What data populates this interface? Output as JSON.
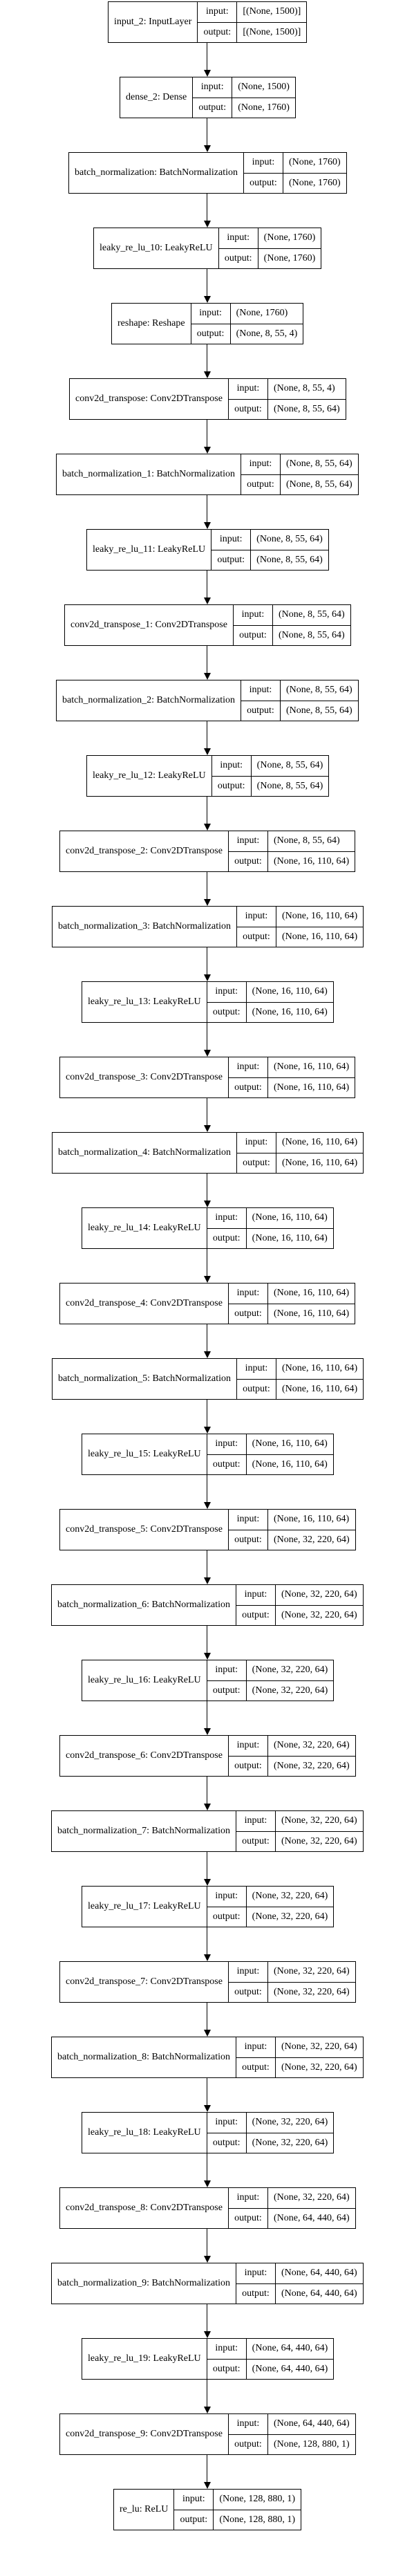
{
  "nodes": [
    {
      "name": "input_2: InputLayer",
      "input": "[(None, 1500)]",
      "output": "[(None, 1500)]"
    },
    {
      "name": "dense_2: Dense",
      "input": "(None, 1500)",
      "output": "(None, 1760)"
    },
    {
      "name": "batch_normalization: BatchNormalization",
      "input": "(None, 1760)",
      "output": "(None, 1760)"
    },
    {
      "name": "leaky_re_lu_10: LeakyReLU",
      "input": "(None, 1760)",
      "output": "(None, 1760)"
    },
    {
      "name": "reshape: Reshape",
      "input": "(None, 1760)",
      "output": "(None, 8, 55, 4)"
    },
    {
      "name": "conv2d_transpose: Conv2DTranspose",
      "input": "(None, 8, 55, 4)",
      "output": "(None, 8, 55, 64)"
    },
    {
      "name": "batch_normalization_1: BatchNormalization",
      "input": "(None, 8, 55, 64)",
      "output": "(None, 8, 55, 64)"
    },
    {
      "name": "leaky_re_lu_11: LeakyReLU",
      "input": "(None, 8, 55, 64)",
      "output": "(None, 8, 55, 64)"
    },
    {
      "name": "conv2d_transpose_1: Conv2DTranspose",
      "input": "(None, 8, 55, 64)",
      "output": "(None, 8, 55, 64)"
    },
    {
      "name": "batch_normalization_2: BatchNormalization",
      "input": "(None, 8, 55, 64)",
      "output": "(None, 8, 55, 64)"
    },
    {
      "name": "leaky_re_lu_12: LeakyReLU",
      "input": "(None, 8, 55, 64)",
      "output": "(None, 8, 55, 64)"
    },
    {
      "name": "conv2d_transpose_2: Conv2DTranspose",
      "input": "(None, 8, 55, 64)",
      "output": "(None, 16, 110, 64)"
    },
    {
      "name": "batch_normalization_3: BatchNormalization",
      "input": "(None, 16, 110, 64)",
      "output": "(None, 16, 110, 64)"
    },
    {
      "name": "leaky_re_lu_13: LeakyReLU",
      "input": "(None, 16, 110, 64)",
      "output": "(None, 16, 110, 64)"
    },
    {
      "name": "conv2d_transpose_3: Conv2DTranspose",
      "input": "(None, 16, 110, 64)",
      "output": "(None, 16, 110, 64)"
    },
    {
      "name": "batch_normalization_4: BatchNormalization",
      "input": "(None, 16, 110, 64)",
      "output": "(None, 16, 110, 64)"
    },
    {
      "name": "leaky_re_lu_14: LeakyReLU",
      "input": "(None, 16, 110, 64)",
      "output": "(None, 16, 110, 64)"
    },
    {
      "name": "conv2d_transpose_4: Conv2DTranspose",
      "input": "(None, 16, 110, 64)",
      "output": "(None, 16, 110, 64)"
    },
    {
      "name": "batch_normalization_5: BatchNormalization",
      "input": "(None, 16, 110, 64)",
      "output": "(None, 16, 110, 64)"
    },
    {
      "name": "leaky_re_lu_15: LeakyReLU",
      "input": "(None, 16, 110, 64)",
      "output": "(None, 16, 110, 64)"
    },
    {
      "name": "conv2d_transpose_5: Conv2DTranspose",
      "input": "(None, 16, 110, 64)",
      "output": "(None, 32, 220, 64)"
    },
    {
      "name": "batch_normalization_6: BatchNormalization",
      "input": "(None, 32, 220, 64)",
      "output": "(None, 32, 220, 64)"
    },
    {
      "name": "leaky_re_lu_16: LeakyReLU",
      "input": "(None, 32, 220, 64)",
      "output": "(None, 32, 220, 64)"
    },
    {
      "name": "conv2d_transpose_6: Conv2DTranspose",
      "input": "(None, 32, 220, 64)",
      "output": "(None, 32, 220, 64)"
    },
    {
      "name": "batch_normalization_7: BatchNormalization",
      "input": "(None, 32, 220, 64)",
      "output": "(None, 32, 220, 64)"
    },
    {
      "name": "leaky_re_lu_17: LeakyReLU",
      "input": "(None, 32, 220, 64)",
      "output": "(None, 32, 220, 64)"
    },
    {
      "name": "conv2d_transpose_7: Conv2DTranspose",
      "input": "(None, 32, 220, 64)",
      "output": "(None, 32, 220, 64)"
    },
    {
      "name": "batch_normalization_8: BatchNormalization",
      "input": "(None, 32, 220, 64)",
      "output": "(None, 32, 220, 64)"
    },
    {
      "name": "leaky_re_lu_18: LeakyReLU",
      "input": "(None, 32, 220, 64)",
      "output": "(None, 32, 220, 64)"
    },
    {
      "name": "conv2d_transpose_8: Conv2DTranspose",
      "input": "(None, 32, 220, 64)",
      "output": "(None, 64, 440, 64)"
    },
    {
      "name": "batch_normalization_9: BatchNormalization",
      "input": "(None, 64, 440, 64)",
      "output": "(None, 64, 440, 64)"
    },
    {
      "name": "leaky_re_lu_19: LeakyReLU",
      "input": "(None, 64, 440, 64)",
      "output": "(None, 64, 440, 64)"
    },
    {
      "name": "conv2d_transpose_9: Conv2DTranspose",
      "input": "(None, 64, 440, 64)",
      "output": "(None, 128, 880, 1)"
    },
    {
      "name": "re_lu: ReLU",
      "input": "(None, 128, 880, 1)",
      "output": "(None, 128, 880, 1)"
    }
  ],
  "labels": {
    "input": "input:",
    "output": "output:"
  }
}
